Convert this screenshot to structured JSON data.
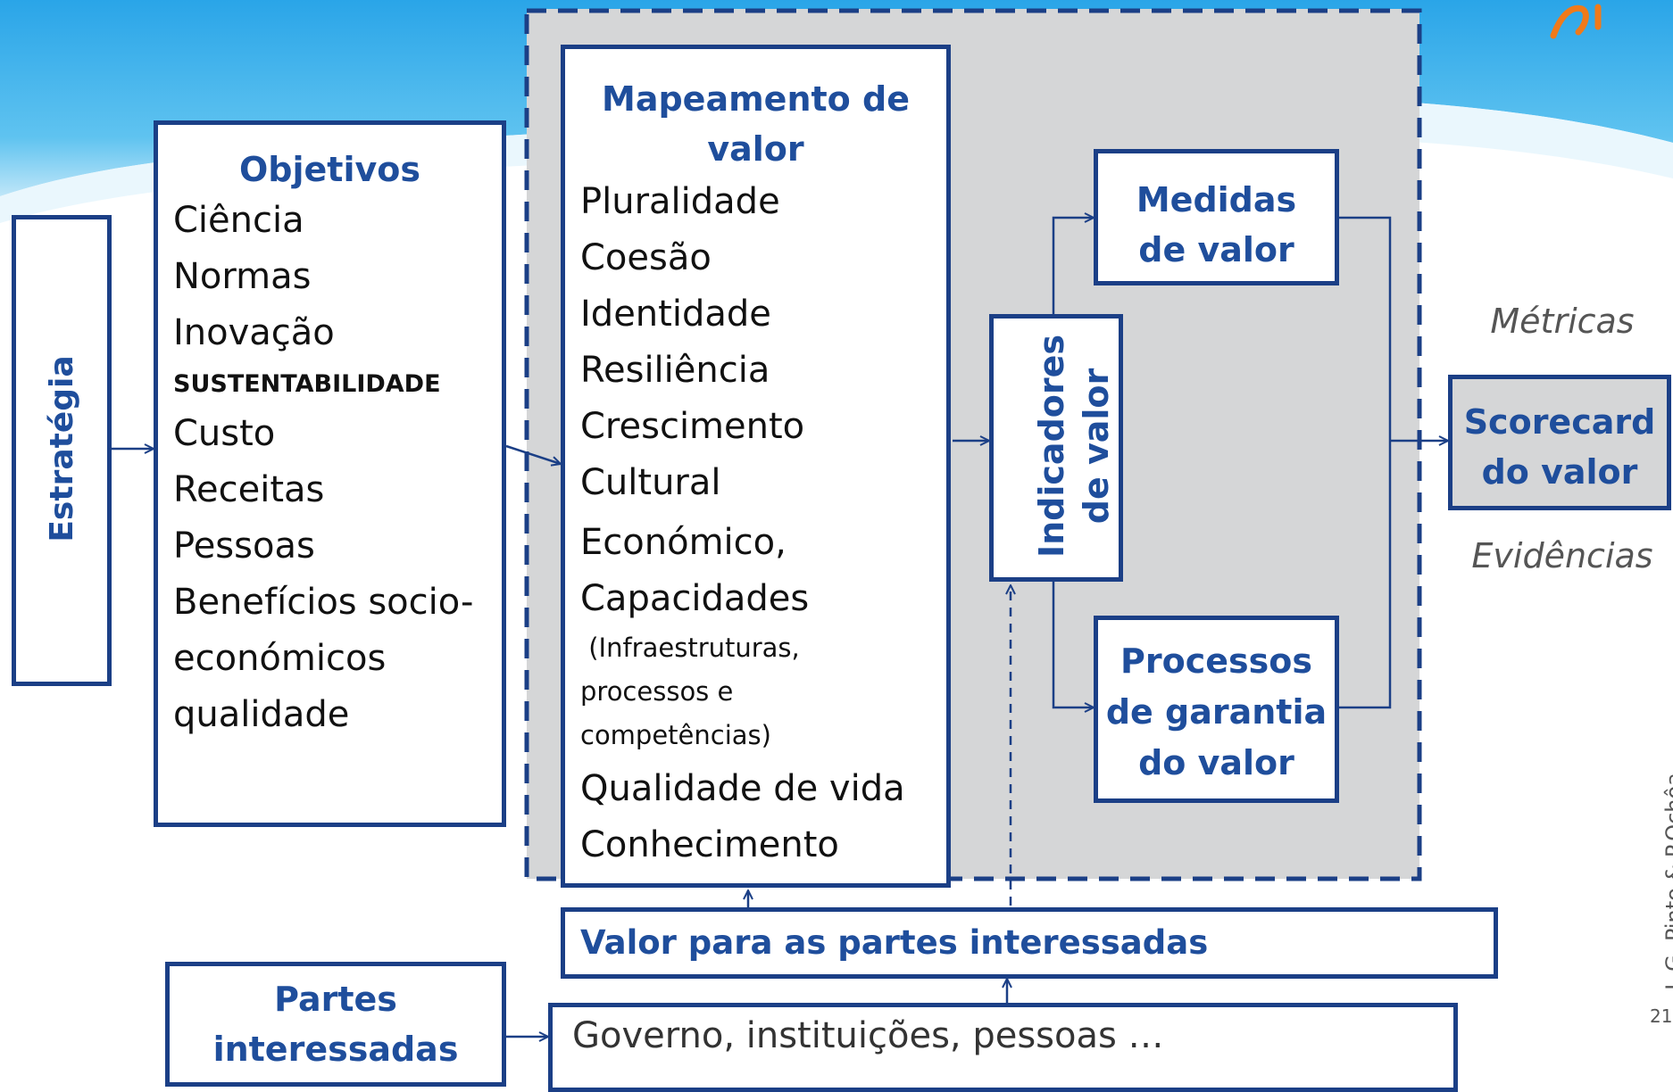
{
  "colors": {
    "navy": "#1b3f86",
    "title_blue": "#1f4e9c",
    "panel_grey": "#d5d6d7",
    "sky_top": "#2aa5e8",
    "accent_orange": "#f07a1a"
  },
  "strategy": {
    "label": "Estratégia"
  },
  "objectives": {
    "title": "Objetivos",
    "items": [
      "Ciência",
      "Normas",
      "Inovação",
      "SUSTENTABILIDADE",
      "Custo",
      "Receitas",
      "Pessoas",
      "Benefícios socio-",
      "económicos",
      "qualidade"
    ]
  },
  "value_mapping": {
    "title_line1": "Mapeamento de",
    "title_line2": "valor",
    "items": [
      "Pluralidade",
      "Coesão",
      "Identidade",
      "Resiliência",
      "Crescimento",
      "Cultural",
      "Económico,",
      "Capacidades"
    ],
    "sub_items": [
      " (Infraestruturas,",
      "processos e",
      "competências)"
    ],
    "items_after": [
      "Qualidade de vida",
      "Conhecimento"
    ]
  },
  "indicators": {
    "line1": "Indicadores",
    "line2": "de valor"
  },
  "measures": {
    "line1": "Medidas",
    "line2": "de valor"
  },
  "assurance": {
    "line1": "Processos",
    "line2": "de garantia",
    "line3": "do valor"
  },
  "scorecard": {
    "line1": "Scorecard",
    "line2": "do valor"
  },
  "metrics_label": "Métricas",
  "evidence_label": "Evidências",
  "stakeholder_value": {
    "label": "Valor para as partes interessadas"
  },
  "stakeholders": {
    "line1": "Partes",
    "line2": "interessadas"
  },
  "stakeholder_list": {
    "label": "Governo, instituições, pessoas …"
  },
  "footer": {
    "author": "L.G. Pinto & P.Ochôa",
    "page_number": "21"
  }
}
